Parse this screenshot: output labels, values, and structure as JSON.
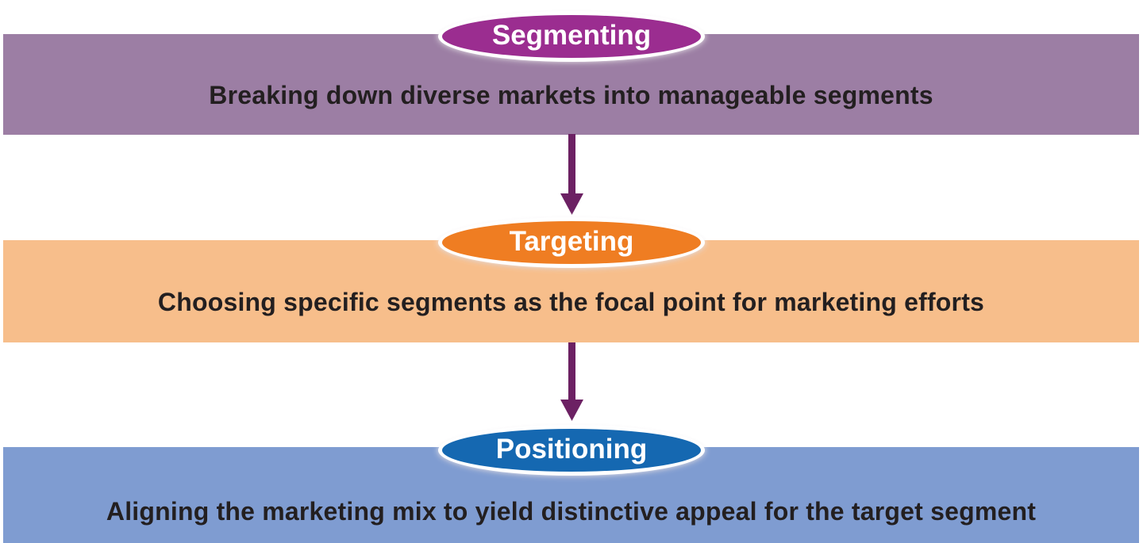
{
  "diagram": {
    "kind": "stp-marketing-flow",
    "stages": [
      {
        "label": "Segmenting",
        "description": "Breaking down diverse markets into manageable segments",
        "ellipse_color": "#9B2D90",
        "band_color": "#9C7EA4"
      },
      {
        "label": "Targeting",
        "description": "Choosing specific segments as the focal point for marketing efforts",
        "ellipse_color": "#EF7D22",
        "band_color": "#F7BE8B"
      },
      {
        "label": "Positioning",
        "description": "Aligning the marketing mix to yield distinctive appeal for the target segment",
        "ellipse_color": "#1568B1",
        "band_color": "#7F9CD1"
      }
    ],
    "connectors": [
      {
        "icon": "arrow-down-icon",
        "from": "Segmenting",
        "to": "Targeting"
      },
      {
        "icon": "arrow-down-icon",
        "from": "Targeting",
        "to": "Positioning"
      }
    ],
    "colors": {
      "arrow": "#6C2163",
      "band_text": "#231F20",
      "ellipse_text": "#FFFFFF",
      "ellipse_outline": "#FFFFFF",
      "background": "#FFFFFF"
    }
  }
}
